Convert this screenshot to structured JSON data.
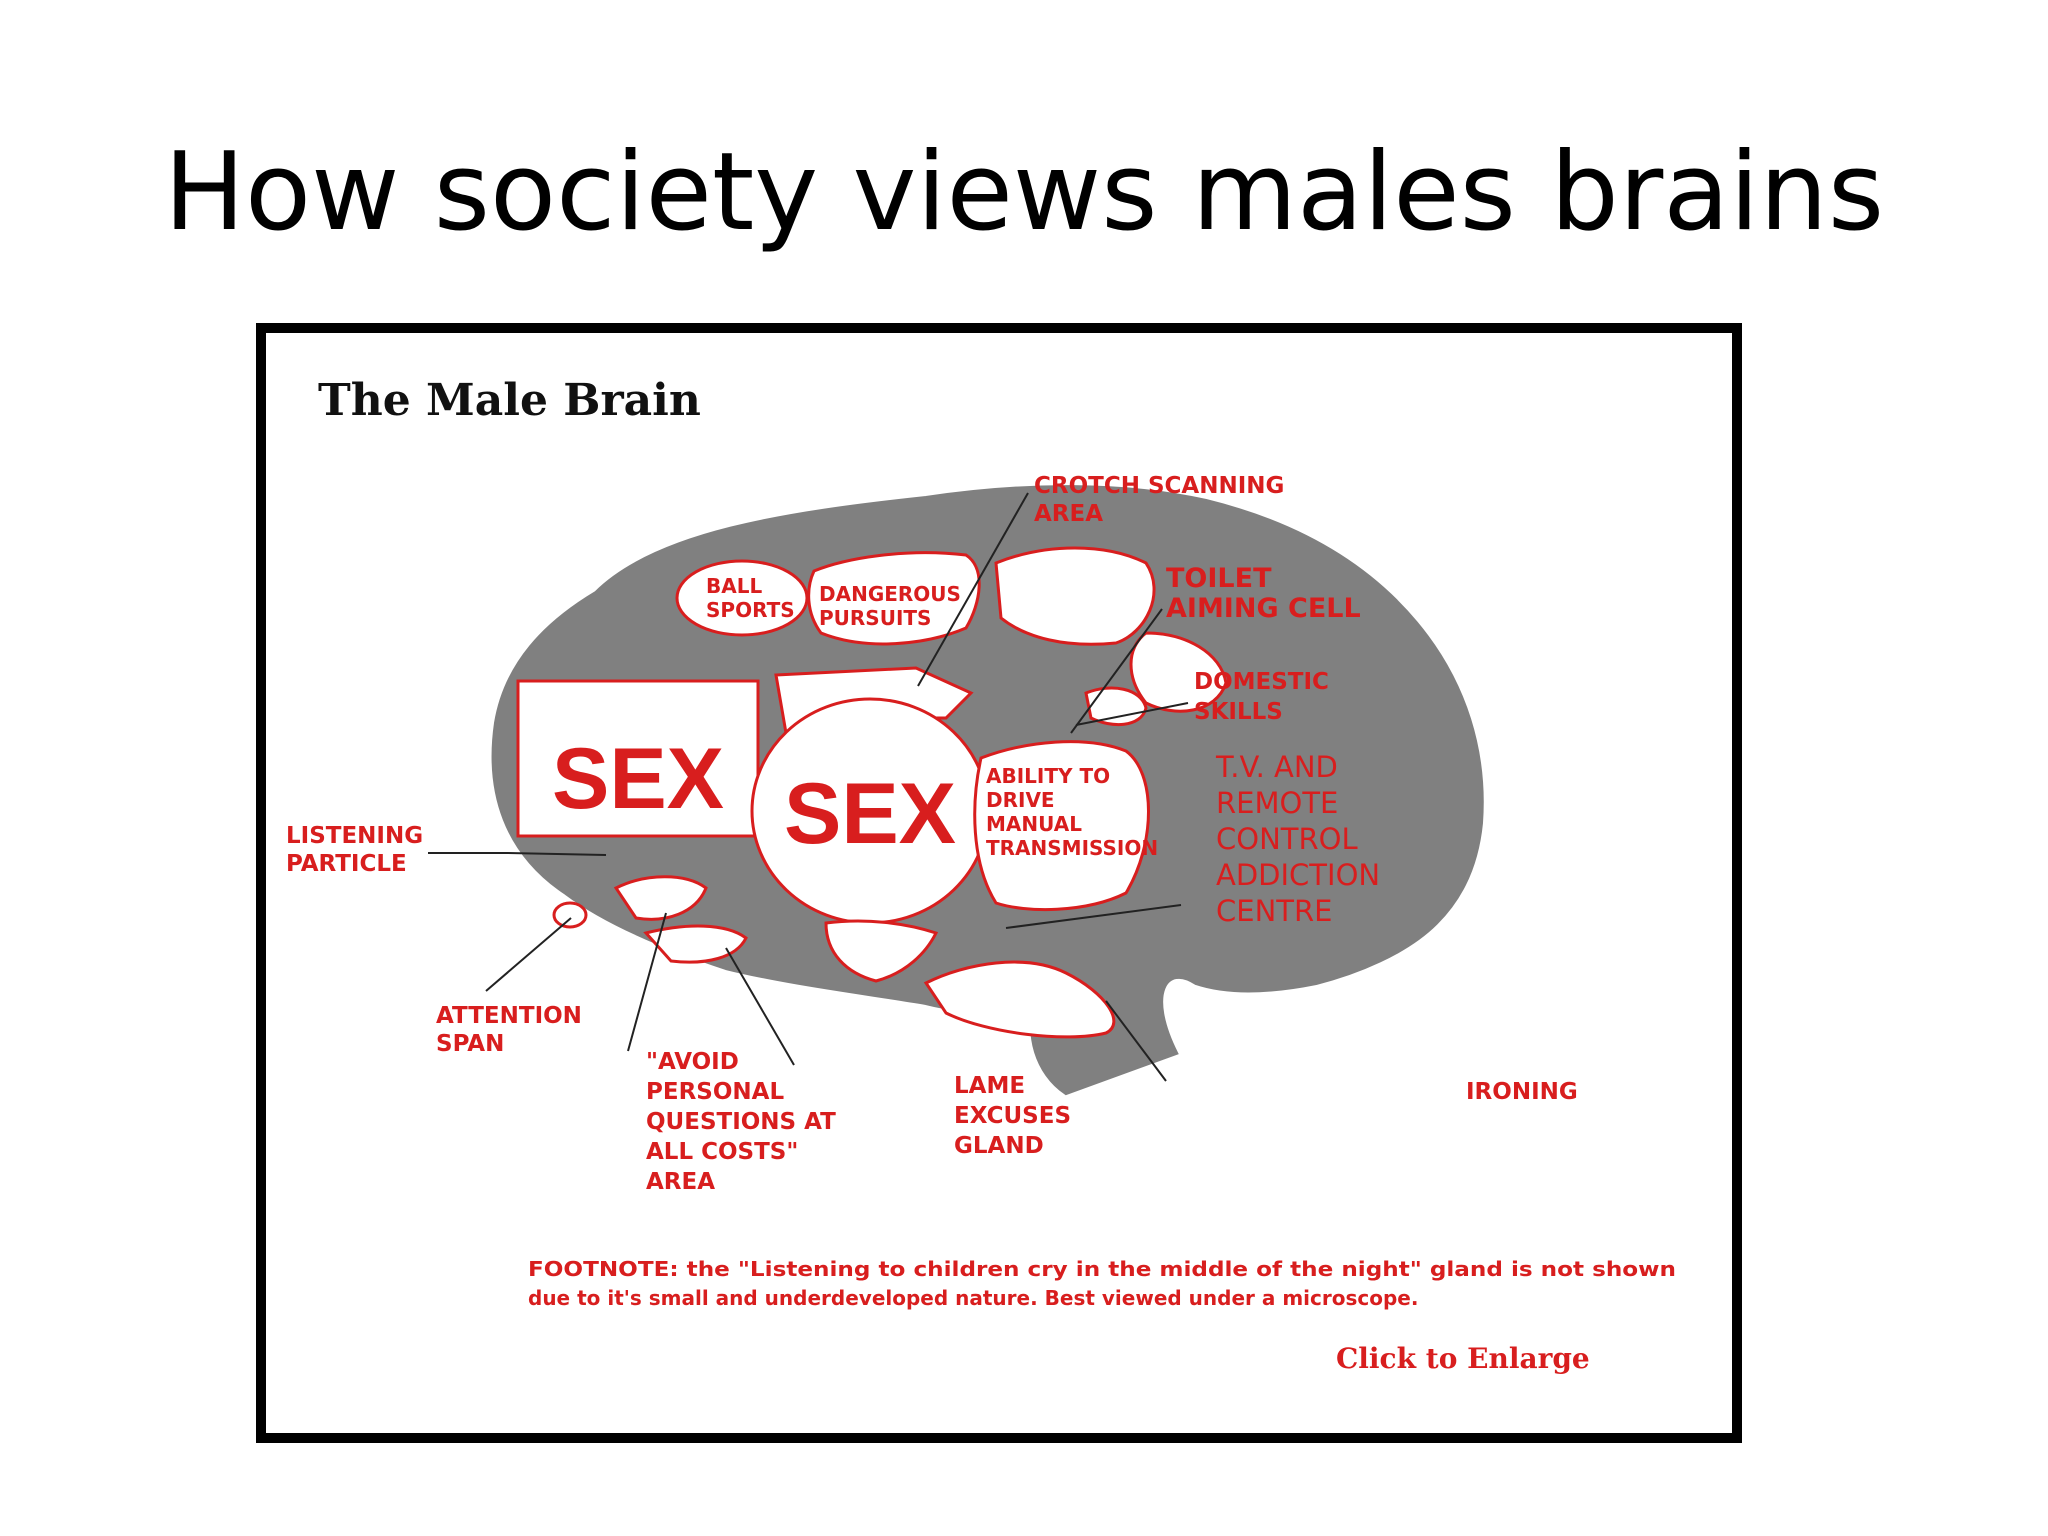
{
  "slide": {
    "title": "How society views males brains"
  },
  "diagram": {
    "heading": "The Male Brain",
    "labels": {
      "crotch_scanning": [
        "CROTCH SCANNING",
        "AREA"
      ],
      "toilet_aiming": [
        "TOILET",
        "AIMING CELL"
      ],
      "domestic_skills": [
        "DOMESTIC",
        "SKILLS"
      ],
      "tv_remote": [
        "T.V. AND",
        "REMOTE",
        "CONTROL",
        "ADDICTION",
        "CENTRE"
      ],
      "listening": [
        "LISTENING",
        "PARTICLE"
      ],
      "attention": [
        "ATTENTION",
        "SPAN"
      ],
      "avoid_personal": [
        "\"AVOID",
        "PERSONAL",
        "QUESTIONS AT",
        "ALL COSTS\"",
        "AREA"
      ],
      "lame_excuses": [
        "LAME",
        "EXCUSES",
        "GLAND"
      ],
      "ironing": [
        "IRONING"
      ],
      "ball_sports": [
        "BALL",
        "SPORTS"
      ],
      "dangerous": [
        "DANGEROUS",
        "PURSUITS"
      ],
      "driving": [
        "ABILITY TO",
        "DRIVE",
        "MANUAL",
        "TRANSMISSION"
      ],
      "sex_large": "SEX",
      "sex_center": "SEX"
    },
    "footnote": [
      "FOOTNOTE: the \"Listening to children cry in the middle of the night\" gland is not shown",
      "due to it's small and underdeveloped nature.  Best viewed under a microscope."
    ],
    "enlarge_link": "Click to Enlarge",
    "colors": {
      "red": "#d81e1e",
      "gray": "#808080",
      "black": "#000000"
    }
  }
}
